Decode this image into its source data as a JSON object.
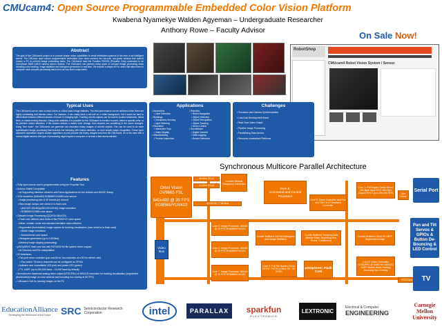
{
  "header": {
    "title_part1": "CMUcam4:",
    "title_part2": " Open Source Programmable Embedded Color Vision Platform",
    "author_student": "Kwabena Nyamekye Walden Agyeman – Undergraduate Researcher",
    "author_advisor": "Anthony Rowe – Faculty Advisor",
    "onsale_prefix": "On Sale ",
    "onsale_now": "Now!"
  },
  "abstract": {
    "heading": "Abstract",
    "body": "The goal of the CMUcam4 project is to provide simple vision capabilities to small embedded systems in the form of an intelligent sensor. The CMUcam open source programmable embedded color vision sensors are low-cost, low-power sensors that doesn't require a PC to perform image processing tasks. The CMUcam4 uses the Parallax P8X32A (Propeller Chip) connected to an OmniVision 9665 CMOS camera sensor module. The CMUcam4 can perform many types of onboard image processing tasks including color tracking, image statistics and histogram generation in real-time. We expose a simple API to users that allow them to compose more complex processing tasks from our low-level components."
  },
  "typical_uses": {
    "heading": "Typical Uses",
    "body": "The CMUcam4 can be used to track colors or collect basic image statistics. The best performance can be achieved when there are highly contrasting and intense colors. For instance, it can easily track a red ball on a white background, but it would be hard to differentiate between different shades of brown in changing light. Tracking colorful objects can be used to localize landmarks, follow lines, or chase moving beacons. Using color statistics, it is possible for the CMUcam4 to monitor a scene, detect a specific color, or do primitive motion detection. If the camera detects a drastic color change, then chances are something in the scene changed. Using \"line mode\", the CMUcam4 can generate low resolution binary images of colorful objects. This can be used to do more sophisticated image processing that includes line following with branch detection, or even simple shape recognition. These more advanced operations require custom algorithms to post process the binary images sent from the CMUcam4. As is the case with a normal digital camera, this type of processing might require a computer or at least a fast microcontroller."
  },
  "applications": {
    "heading": "Applications",
    "col1": [
      "• Automotive",
      "   • Lane Detection",
      "• Buildings",
      "   • Occupancy Sensing",
      "   • Light Metering",
      "• Education",
      "   • Interactive Toys",
      "   • Video Display",
      "• Manufacturing",
      "   • Product Inspection"
    ],
    "col2": [
      "• Robotics",
      "   • Robot Navigation",
      "   • Object Detection",
      "   • Object Recognition",
      "   • Object Tracking",
      "   • Servo Control",
      "• Surveillance",
      "   • Digital Camera",
      "   • Data Logging",
      "   • Sensor Networks"
    ]
  },
  "challenges": {
    "heading": "Challenges",
    "items": [
      "• Processor and Camera Synchronization",
      "• Low-Cost Development Board",
      "• Real-Time Video Output",
      "• Pipeline Image Processing",
      "• Parallelizing Data Access",
      "• Resource-constrained Platforms"
    ]
  },
  "features": {
    "heading": "Features",
    "items": [
      "• Fully open source and re-programmable using the Propeller Tool",
      "• Arduino Shield Compatible",
      "   • w/ Supporting Interface Libraries and Demo Applications for the Arduino and BASIC Stamp",
      "• VGA resolution (640x480) RGB565/YUV655 color sensor",
      "   • Image processing rate of 30 frames per second",
      "   • Raw image dumps over serial or to flash card",
      "      • (640:320:160:80)x(480:240:120:60) image resolution",
      "      • RGB565/YUV655 color space",
      "• Onboard Image Processing (QQVGA 160x120)",
      "   • Track user defined color blobs in the RGB/YUV color space",
      "   • Mean, median, mode and standard deviation data collection",
      "   • Segmented (thresholded) image capture for tracking visualization (over serial or to flash card)",
      "      • 80x60 image resolution",
      "      • Monochrome color space",
      "   • Histogram generation (up to 128 Bins)",
      "   • Arbitrary image clipping (windowing)",
      "• µSD/µSDHC flash card slot with FAT16/32 full file system driver support",
      "   • w/ Directory and File manipulation",
      "• I/O Interfaces",
      "   • Two-port servo controller (pan and tilt w/ 1us resolution at a 50 Hz refresh rate)",
      "      • Pan and/or Tilt servo channels can be configured as GPIOs",
      "   • Indicator user controllable LED (red) and power LED (green)",
      "   • TTL UART (up to 250,000 baud – 19,200 baud by default)",
      "• Monochrome baseband analog video output (NTSC/PAL) of 160x120 resolution for tracking visualization (segmented (thresholded) image w/ color centroid and bounding box overlay at 30 FPS)",
      "• CMUcam4 GUI for viewing images on the PC"
    ]
  },
  "architecture": {
    "title": "Synchronous Multicore Parallel Architecture",
    "omni_vision": "Omni Vision",
    "omni_model": "OV9665 FSL",
    "omni_spec1": "640x480 @ 30 FPS",
    "omni_spec2": "RGB565/YUV422",
    "mhz_48": "48 MHz SCLK",
    "mhz_24": "24 MHz PCLK",
    "sccb": "SCCB I2C / TWI Bus",
    "counter": "Counter Module Frequency Generator",
    "core0_title": "Core 0:",
    "core0_sub": "Command and Control Processor",
    "core1": "Core 1: Full Duplex Serial Driver 256-Byte Input FIFO 256-Byte Output FIFO Up to 250,000 BPS",
    "core5": "Core 5: Servo Controller and Pan and Tilt P & D Feedback Controller",
    "core3": "Core 3: Image Processor 160x60 @ 30 FPS RGB565/YUV422",
    "core4": "Core 4: Image Processor 160x60 @ 30 FPS RGB565/YUV422",
    "core7": "Core 7: Image Processor 160x60 @ 30 FPS RGB565/YUV422",
    "core2": "Core 2: Full File System Driver FAT16 / FAT32 (CMU) SD / SD SDHC",
    "core6": "Core 6: Video Generator NTSC/PAL @ 50/60 Hz 160x120 1BPP Middle Mode Overlay Bounding Box Overlay",
    "dbuf1": "Double Buffered 128 Bin Histogram and Image Statistics",
    "dbuf2": "Double Buffered Tracking Data (Middle Mass, Bounding Box, Pixels, Confidence)",
    "dbuf3": "Double Buffered 160x120 1BPP Segmented Image",
    "video_bus": "Video Bus",
    "line_driver": "Line Driver",
    "usd_card": "µSD/µSDHC Flash Card",
    "rca_jack": "RCA Jack",
    "serial_port": "Serial Port",
    "pan_tilt": "Pan and Tilt Servos & GPIOs & Button De-Bouncing & LED Control",
    "tv": "TV"
  },
  "product_page": {
    "site": "RobotShop",
    "product_title": "CMUcam4 Robot Vision System / Sensor"
  },
  "logos": {
    "education_alliance": "EducationAlliance",
    "education_alliance_sub": "Developing the Workforce of the Future",
    "src": "SRC",
    "src_sub": "Semiconductor Research Corporation",
    "intel": "intel",
    "parallax": "PARALLAX",
    "sparkfun": "sparkfun",
    "sparkfun_sub": "ELECTRONICS",
    "lextronic": "LEXTRONIC",
    "ece": "Electrical & Computer",
    "ece_sub": "ENGINEERING",
    "cmu": "Carnegie Mellon University"
  },
  "colors": {
    "title_blue": "#1e5aa8",
    "title_orange": "#f07800",
    "panel_blue": "#1e5aa8",
    "diagram_orange": "#f07800"
  }
}
